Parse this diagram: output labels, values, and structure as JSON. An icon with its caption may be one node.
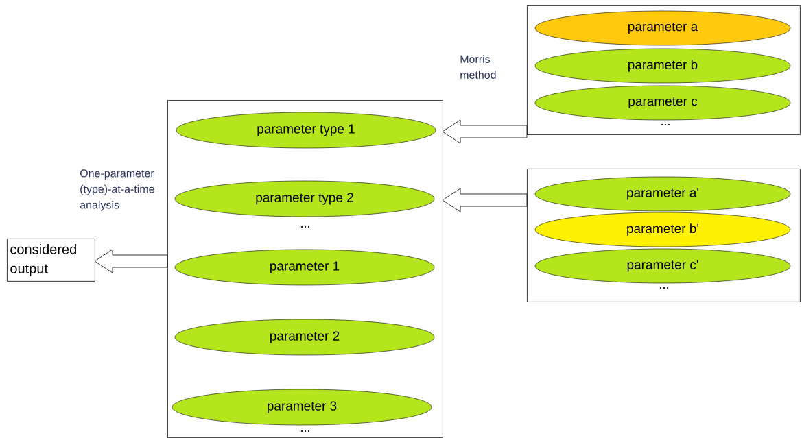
{
  "diagram": {
    "nodes": [
      {
        "text": [],
        "shape": "box"
      },
      {
        "text": [
          "parameter a"
        ],
        "in": 0
      },
      {
        "text": [
          "parameter b"
        ],
        "in": 0
      },
      {
        "text": [
          "parameter c"
        ],
        "in": 0
      },
      {
        "text": [],
        "shape": "box"
      },
      {
        "text": [
          "parameter type 1"
        ],
        "in": 4
      },
      {
        "text": [
          "parameter type 2"
        ],
        "in": 4
      },
      {
        "text": [
          "parameter 1"
        ],
        "in": 4
      },
      {
        "text": [
          "parameter 2"
        ],
        "in": 4
      },
      {
        "text": [
          "parameter 3"
        ],
        "in": 4
      },
      {
        "text": [],
        "shape": "box"
      },
      {
        "text": [
          "parameter a'"
        ],
        "in": 10
      },
      {
        "text": [
          "parameter b'"
        ],
        "in": 10
      },
      {
        "text": [
          "parameter c'"
        ],
        "in": 10
      },
      {
        "text": [
          "considered output"
        ]
      }
    ],
    "edges": [
      {
        "from": 0,
        "to": 4,
        "arrow": "to",
        "label": "Morris method"
      },
      {
        "from": 10,
        "to": 4,
        "arrow": "to"
      },
      {
        "from": 4,
        "to": 14,
        "arrow": "to",
        "label": "One-parameter (type)-at-a-time analysis"
      }
    ],
    "labels": [
      "...",
      "...",
      "...",
      "..."
    ]
  }
}
